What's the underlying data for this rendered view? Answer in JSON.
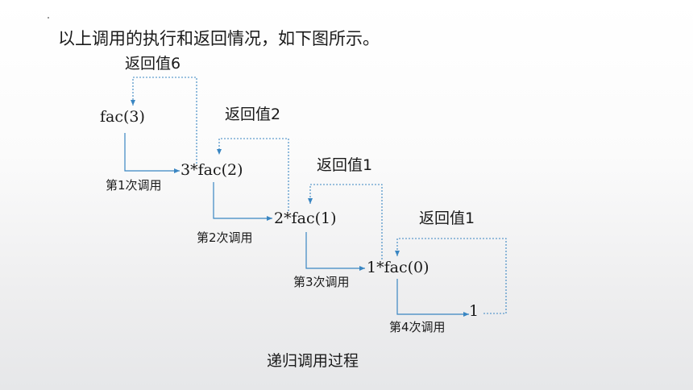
{
  "heading": "以上调用的执行和返回情况，如下图所示。",
  "steps": [
    {
      "expr": "fac(3)",
      "return_label": "返回值6",
      "call_label": "第1次调用"
    },
    {
      "expr": "3*fac(2)",
      "return_label": "返回值2",
      "call_label": "第2次调用"
    },
    {
      "expr": "2*fac(1)",
      "return_label": "返回值1",
      "call_label": "第3次调用"
    },
    {
      "expr": "1*fac(0)",
      "return_label": "返回值1",
      "call_label": "第4次调用"
    },
    {
      "expr": "1"
    }
  ],
  "caption": "递归调用过程",
  "colors": {
    "arrow": "#3a86c2",
    "text": "#1a1a1a"
  }
}
